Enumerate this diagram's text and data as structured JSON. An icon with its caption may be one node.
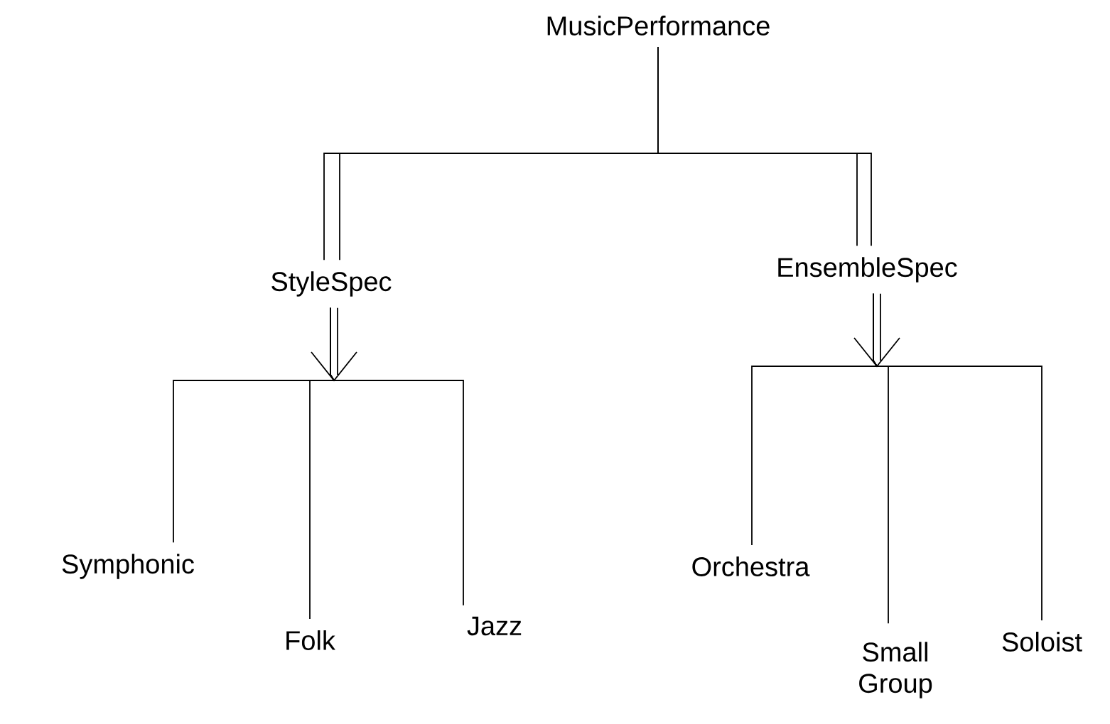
{
  "diagram": {
    "nodes": [
      {
        "text": [
          "MusicPerformance"
        ]
      },
      {
        "text": [
          "StyleSpec"
        ]
      },
      {
        "text": [
          "EnsembleSpec"
        ]
      },
      {
        "text": [
          "Symphonic"
        ]
      },
      {
        "text": [
          "Folk"
        ]
      },
      {
        "text": [
          "Jazz"
        ]
      },
      {
        "text": [
          "Orchestra"
        ]
      },
      {
        "text": [
          "Small Group"
        ]
      },
      {
        "text": [
          "Soloist"
        ]
      }
    ],
    "edges": [
      {
        "from": 0,
        "to": 1,
        "arrow": "none"
      },
      {
        "from": 0,
        "to": 2,
        "arrow": "none"
      },
      {
        "from": 1,
        "to": 3,
        "arrow": "none"
      },
      {
        "from": 1,
        "to": 4,
        "arrow": "none"
      },
      {
        "from": 1,
        "to": 5,
        "arrow": "none"
      },
      {
        "from": 2,
        "to": 6,
        "arrow": "none"
      },
      {
        "from": 2,
        "to": 7,
        "arrow": "none"
      },
      {
        "from": 2,
        "to": 8,
        "arrow": "none"
      }
    ]
  }
}
